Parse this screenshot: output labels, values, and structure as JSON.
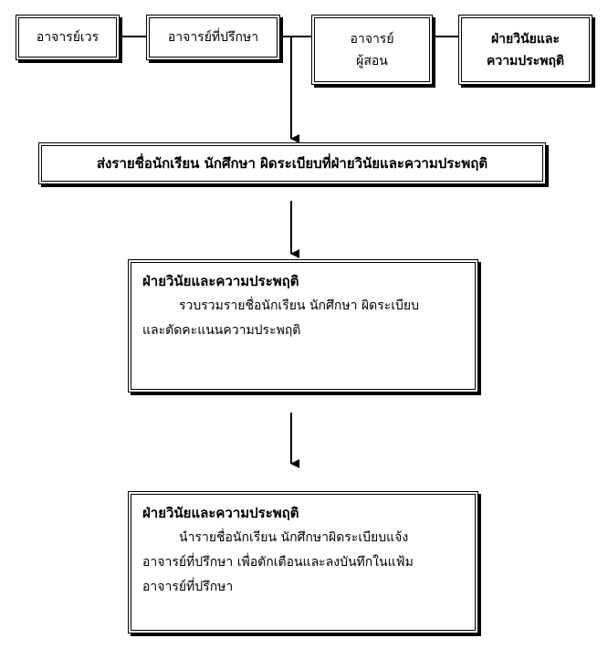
{
  "top_boxes": [
    {
      "id": "duty",
      "lines": [
        "อาจารย์เวร"
      ]
    },
    {
      "id": "advisor",
      "lines": [
        "อาจารย์ที่ปรึกษา"
      ]
    },
    {
      "id": "teacher",
      "lines": [
        "อาจารย์",
        "ผู้สอน"
      ]
    },
    {
      "id": "discipline",
      "lines": [
        "ฝ่ายวินัยและ",
        "ความประพฤติ"
      ]
    }
  ],
  "step1": {
    "text": "ส่งรายชื่อนักเรียน  นักศึกษา  ผิดระเบียบที่ฝ่ายวินัยและความประพฤติ"
  },
  "step2": {
    "title": "ฝ่ายวินัยและความประพฤติ",
    "line1": "รวบรวมรายชื่อนักเรียน  นักศึกษา  ผิดระเบียบ",
    "line2": "และตัดคะแนนความประพฤติ"
  },
  "step3": {
    "title": "ฝ่ายวินัยและความประพฤติ",
    "line1": "นำรายชื่อนักเรียน  นักศึกษาผิดระเบียบแจ้ง",
    "line2": "อาจารย์ที่ปรึกษา  เพื่อตักเตือนและลงบันทึกในแฟ้ม",
    "line3": "อาจารย์ที่ปรึกษา"
  }
}
